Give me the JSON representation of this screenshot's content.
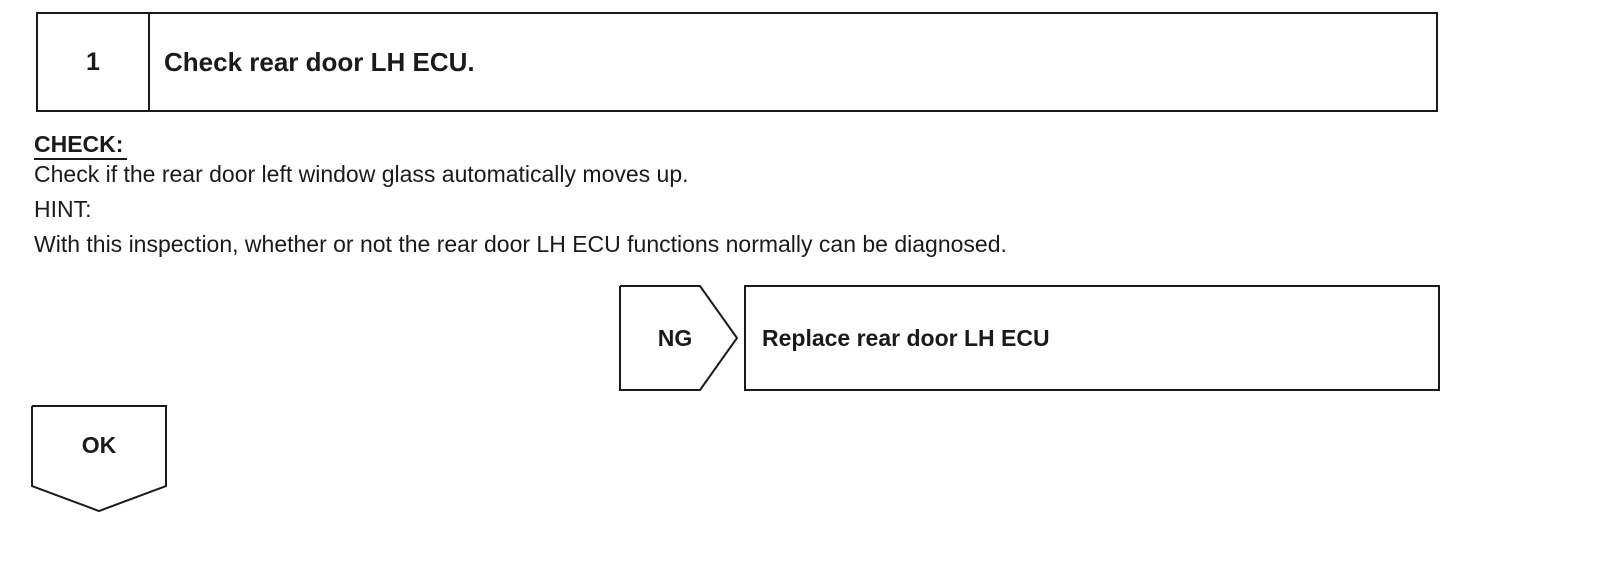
{
  "step": {
    "number": "1",
    "title": "Check rear door LH ECU."
  },
  "check": {
    "heading": "CHECK:",
    "instruction": "Check if the rear door left window glass automatically moves up."
  },
  "hint": {
    "label": "HINT:",
    "text": "With this inspection, whether or not the rear door LH ECU functions normally can be diagnosed."
  },
  "ng_branch": {
    "label": "NG",
    "action": "Replace rear door LH ECU"
  },
  "ok_branch": {
    "label": "OK"
  }
}
